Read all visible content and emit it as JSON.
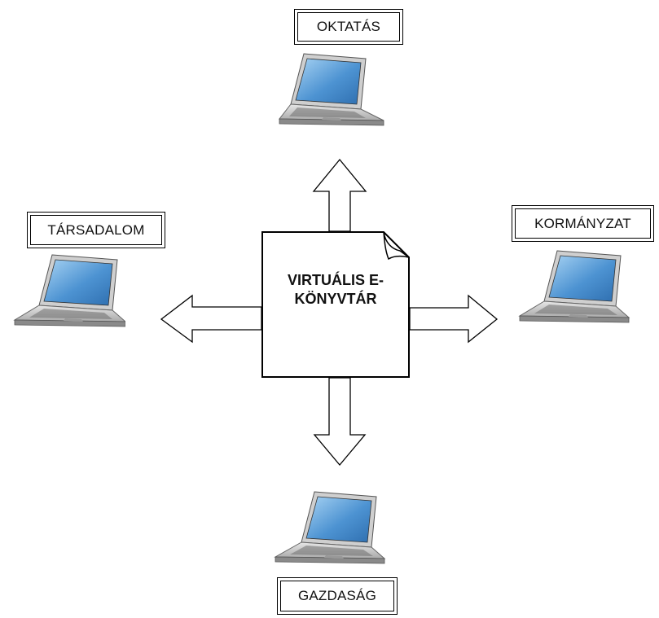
{
  "nodes": {
    "top": {
      "label": "OKTATÁS"
    },
    "left": {
      "label": "TÁRSADALOM"
    },
    "right": {
      "label": "KORMÁNYZAT"
    },
    "bottom": {
      "label": "GAZDASÁG"
    }
  },
  "center": {
    "line1": "VIRTUÁLIS E-",
    "line2": "KÖNYVTÁR"
  },
  "icons": {
    "laptop": "laptop-icon",
    "document": "document-icon",
    "arrow": "hollow-arrow-icon"
  },
  "colors": {
    "screen": "#3f86c8",
    "screen_light": "#9fcbef",
    "body": "#c9c9c9",
    "outline": "#000000"
  }
}
